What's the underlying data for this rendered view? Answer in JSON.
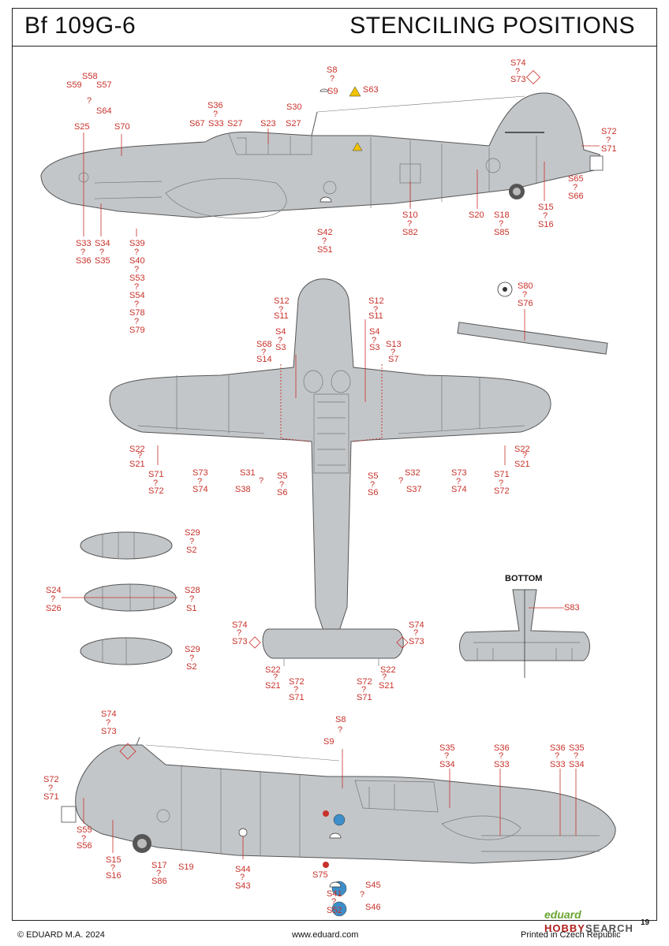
{
  "header": {
    "model": "Bf 109G-6",
    "title": "STENCILING POSITIONS"
  },
  "bottom_view_label": "BOTTOM",
  "colors": {
    "aircraft": "#c3c6c9",
    "outline": "#555555",
    "label": "#c8312a"
  },
  "labels": {
    "side_top": [
      {
        "id": "s58",
        "text": "S58"
      },
      {
        "id": "s59",
        "text": "S59"
      },
      {
        "id": "s57",
        "text": "S57"
      },
      {
        "id": "q_a1",
        "text": "?"
      },
      {
        "id": "s64",
        "text": "S64"
      },
      {
        "id": "s25",
        "text": "S25"
      },
      {
        "id": "s70",
        "text": "S70"
      },
      {
        "id": "s36a",
        "text": "S36"
      },
      {
        "id": "q_a2",
        "text": "?"
      },
      {
        "id": "s67",
        "text": "S67"
      },
      {
        "id": "s33a",
        "text": "S33"
      },
      {
        "id": "s27a",
        "text": "S27"
      },
      {
        "id": "s23",
        "text": "S23"
      },
      {
        "id": "s27b",
        "text": "S27"
      },
      {
        "id": "s30",
        "text": "S30"
      },
      {
        "id": "s8a",
        "text": "S8"
      },
      {
        "id": "q_a3",
        "text": "?"
      },
      {
        "id": "s9a",
        "text": "S9"
      },
      {
        "id": "s63",
        "text": "S63"
      },
      {
        "id": "s74a",
        "text": "S74"
      },
      {
        "id": "q_a4",
        "text": "?"
      },
      {
        "id": "s73a",
        "text": "S73"
      },
      {
        "id": "s72a",
        "text": "S72"
      },
      {
        "id": "q_a5",
        "text": "?"
      },
      {
        "id": "s71a",
        "text": "S71"
      },
      {
        "id": "s65",
        "text": "S65"
      },
      {
        "id": "q_a6",
        "text": "?"
      },
      {
        "id": "s66",
        "text": "S66"
      },
      {
        "id": "s33b",
        "text": "S33"
      },
      {
        "id": "q_a7",
        "text": "?"
      },
      {
        "id": "s36b",
        "text": "S36"
      },
      {
        "id": "s34a",
        "text": "S34"
      },
      {
        "id": "q_a8",
        "text": "?"
      },
      {
        "id": "s35a",
        "text": "S35"
      },
      {
        "id": "s39",
        "text": "S39"
      },
      {
        "id": "q_a9",
        "text": "?"
      },
      {
        "id": "s40",
        "text": "S40"
      },
      {
        "id": "q_a10",
        "text": "?"
      },
      {
        "id": "s53",
        "text": "S53"
      },
      {
        "id": "q_a11",
        "text": "?"
      },
      {
        "id": "s54",
        "text": "S54"
      },
      {
        "id": "q_a12",
        "text": "?"
      },
      {
        "id": "s78",
        "text": "S78"
      },
      {
        "id": "q_a13",
        "text": "?"
      },
      {
        "id": "s79",
        "text": "S79"
      },
      {
        "id": "s42",
        "text": "S42"
      },
      {
        "id": "q_a14",
        "text": "?"
      },
      {
        "id": "s51",
        "text": "S51"
      },
      {
        "id": "s10",
        "text": "S10"
      },
      {
        "id": "q_a15",
        "text": "?"
      },
      {
        "id": "s82",
        "text": "S82"
      },
      {
        "id": "s20",
        "text": "S20"
      },
      {
        "id": "s18",
        "text": "S18"
      },
      {
        "id": "q_a16",
        "text": "?"
      },
      {
        "id": "s85",
        "text": "S85"
      },
      {
        "id": "s15a",
        "text": "S15"
      },
      {
        "id": "q_a17",
        "text": "?"
      },
      {
        "id": "s16a",
        "text": "S16"
      }
    ],
    "plan_view": [
      {
        "id": "s12l",
        "text": "S12"
      },
      {
        "id": "q_b1",
        "text": "?"
      },
      {
        "id": "s11l",
        "text": "S11"
      },
      {
        "id": "s12r",
        "text": "S12"
      },
      {
        "id": "q_b2",
        "text": "?"
      },
      {
        "id": "s11r",
        "text": "S11"
      },
      {
        "id": "s4l",
        "text": "S4"
      },
      {
        "id": "q_b3",
        "text": "?"
      },
      {
        "id": "s3l",
        "text": "S3"
      },
      {
        "id": "s68",
        "text": "S68"
      },
      {
        "id": "q_b4",
        "text": "?"
      },
      {
        "id": "s14",
        "text": "S14"
      },
      {
        "id": "s4r",
        "text": "S4"
      },
      {
        "id": "q_b5",
        "text": "?"
      },
      {
        "id": "s3r",
        "text": "S3"
      },
      {
        "id": "s13",
        "text": "S13"
      },
      {
        "id": "q_b6",
        "text": "?"
      },
      {
        "id": "s7",
        "text": "S7"
      },
      {
        "id": "s80",
        "text": "S80"
      },
      {
        "id": "q_b7",
        "text": "?"
      },
      {
        "id": "s76",
        "text": "S76"
      },
      {
        "id": "s22l",
        "text": "S22"
      },
      {
        "id": "q_b8",
        "text": "?"
      },
      {
        "id": "s21l",
        "text": "S21"
      },
      {
        "id": "s71l",
        "text": "S71"
      },
      {
        "id": "q_b9",
        "text": "?"
      },
      {
        "id": "s72l",
        "text": "S72"
      },
      {
        "id": "s73l",
        "text": "S73"
      },
      {
        "id": "q_b10",
        "text": "?"
      },
      {
        "id": "s74l",
        "text": "S74"
      },
      {
        "id": "s31",
        "text": "S31"
      },
      {
        "id": "q_b11",
        "text": "?"
      },
      {
        "id": "s38",
        "text": "S38"
      },
      {
        "id": "s5l",
        "text": "S5"
      },
      {
        "id": "q_b12",
        "text": "?"
      },
      {
        "id": "s6l",
        "text": "S6"
      },
      {
        "id": "s5r",
        "text": "S5"
      },
      {
        "id": "q_b13",
        "text": "?"
      },
      {
        "id": "s6r",
        "text": "S6"
      },
      {
        "id": "s32",
        "text": "S32"
      },
      {
        "id": "q_b14",
        "text": "?"
      },
      {
        "id": "s37",
        "text": "S37"
      },
      {
        "id": "s73r",
        "text": "S73"
      },
      {
        "id": "q_b15",
        "text": "?"
      },
      {
        "id": "s74r",
        "text": "S74"
      },
      {
        "id": "s71r",
        "text": "S71"
      },
      {
        "id": "q_b16",
        "text": "?"
      },
      {
        "id": "s72r",
        "text": "S72"
      },
      {
        "id": "s22r",
        "text": "S22"
      },
      {
        "id": "q_b17",
        "text": "?"
      },
      {
        "id": "s21r",
        "text": "S21"
      }
    ],
    "drop_tanks": [
      {
        "id": "s29a",
        "text": "S29"
      },
      {
        "id": "q_c1",
        "text": "?"
      },
      {
        "id": "s2a",
        "text": "S2"
      },
      {
        "id": "s24",
        "text": "S24"
      },
      {
        "id": "q_c2",
        "text": "?"
      },
      {
        "id": "s26",
        "text": "S26"
      },
      {
        "id": "s28",
        "text": "S28"
      },
      {
        "id": "q_c3",
        "text": "?"
      },
      {
        "id": "s1",
        "text": "S1"
      },
      {
        "id": "s29b",
        "text": "S29"
      },
      {
        "id": "q_c4",
        "text": "?"
      },
      {
        "id": "s2b",
        "text": "S2"
      }
    ],
    "tail_plan": [
      {
        "id": "s74tl",
        "text": "S74"
      },
      {
        "id": "q_d1",
        "text": "?"
      },
      {
        "id": "s73tl",
        "text": "S73"
      },
      {
        "id": "s74tr",
        "text": "S74"
      },
      {
        "id": "q_d2",
        "text": "?"
      },
      {
        "id": "s73tr",
        "text": "S73"
      },
      {
        "id": "s22tl",
        "text": "S22"
      },
      {
        "id": "q_d3",
        "text": "?"
      },
      {
        "id": "s21tl",
        "text": "S21"
      },
      {
        "id": "s72tl",
        "text": "S72"
      },
      {
        "id": "q_d4",
        "text": "?"
      },
      {
        "id": "s71tl",
        "text": "S71"
      },
      {
        "id": "s72tr",
        "text": "S72"
      },
      {
        "id": "q_d5",
        "text": "?"
      },
      {
        "id": "s71tr",
        "text": "S71"
      },
      {
        "id": "s22tr",
        "text": "S22"
      },
      {
        "id": "q_d6",
        "text": "?"
      },
      {
        "id": "s21tr",
        "text": "S21"
      },
      {
        "id": "s83",
        "text": "S83"
      }
    ],
    "side_bottom": [
      {
        "id": "s74e",
        "text": "S74"
      },
      {
        "id": "q_e1",
        "text": "?"
      },
      {
        "id": "s73e",
        "text": "S73"
      },
      {
        "id": "s8e",
        "text": "S8"
      },
      {
        "id": "q_e2",
        "text": "?"
      },
      {
        "id": "s9e",
        "text": "S9"
      },
      {
        "id": "s35e1",
        "text": "S35"
      },
      {
        "id": "q_e3",
        "text": "?"
      },
      {
        "id": "s34e1",
        "text": "S34"
      },
      {
        "id": "s36e1",
        "text": "S36"
      },
      {
        "id": "q_e4",
        "text": "?"
      },
      {
        "id": "s33e1",
        "text": "S33"
      },
      {
        "id": "s36e2",
        "text": "S36"
      },
      {
        "id": "q_e5",
        "text": "?"
      },
      {
        "id": "s33e2",
        "text": "S33"
      },
      {
        "id": "s35e2",
        "text": "S35"
      },
      {
        "id": "q_e6",
        "text": "?"
      },
      {
        "id": "s34e2",
        "text": "S34"
      },
      {
        "id": "s72e",
        "text": "S72"
      },
      {
        "id": "q_e7",
        "text": "?"
      },
      {
        "id": "s71e",
        "text": "S71"
      },
      {
        "id": "s55",
        "text": "S55"
      },
      {
        "id": "q_e8",
        "text": "?"
      },
      {
        "id": "s56",
        "text": "S56"
      },
      {
        "id": "s15e",
        "text": "S15"
      },
      {
        "id": "q_e9",
        "text": "?"
      },
      {
        "id": "s16e",
        "text": "S16"
      },
      {
        "id": "s17",
        "text": "S17"
      },
      {
        "id": "q_e10",
        "text": "?"
      },
      {
        "id": "s86",
        "text": "S86"
      },
      {
        "id": "s19",
        "text": "S19"
      },
      {
        "id": "s44",
        "text": "S44"
      },
      {
        "id": "q_e11",
        "text": "?"
      },
      {
        "id": "s43",
        "text": "S43"
      },
      {
        "id": "s75",
        "text": "S75"
      },
      {
        "id": "s41",
        "text": "S41"
      },
      {
        "id": "q_e12",
        "text": "?"
      },
      {
        "id": "s52",
        "text": "S52"
      },
      {
        "id": "s45",
        "text": "S45"
      },
      {
        "id": "q_e13",
        "text": "?"
      },
      {
        "id": "s46",
        "text": "S46"
      }
    ]
  },
  "footer": {
    "copyright": "© EDUARD M.A. 2024",
    "website": "www.eduard.com",
    "printed": "Printed in Czech Republic",
    "page": "19",
    "logo_eduard": "eduard",
    "logo_hobby": "HOBBY",
    "logo_search": "SEARCH"
  }
}
